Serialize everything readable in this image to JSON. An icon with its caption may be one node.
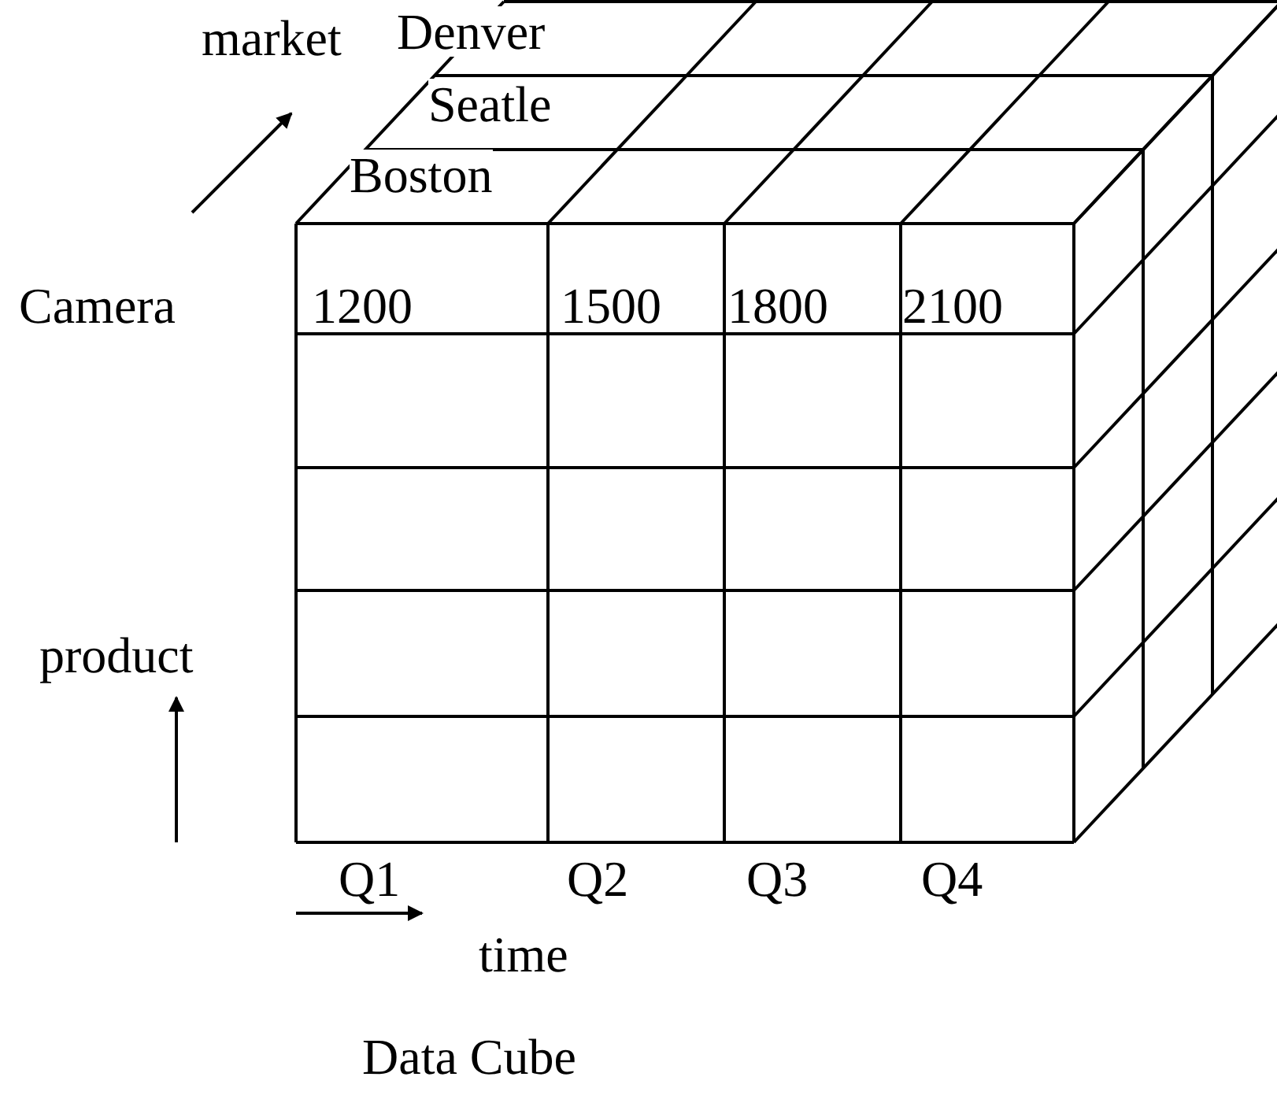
{
  "diagram": {
    "caption": "Data Cube",
    "labels": [
      "market",
      "Denver",
      "Seatle",
      "Boston",
      "Camera",
      "1200",
      "1500",
      "1800",
      "2100",
      "product",
      "Q1",
      "Q2",
      "Q3",
      "Q4",
      "time"
    ]
  }
}
